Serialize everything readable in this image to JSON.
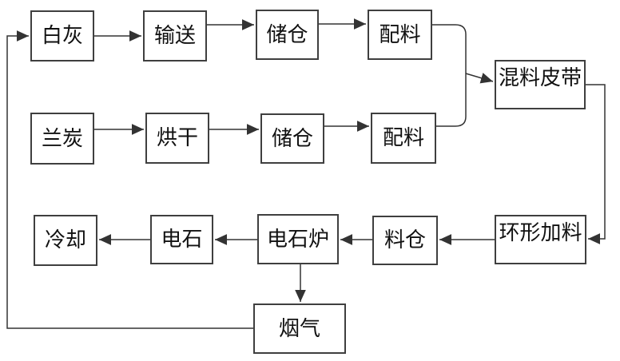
{
  "diagram": {
    "type": "flowchart",
    "boxes": [
      {
        "id": "white-lime",
        "label": "白灰"
      },
      {
        "id": "conveying",
        "label": "输送"
      },
      {
        "id": "storage-bin-1",
        "label": "储仓"
      },
      {
        "id": "batching-1",
        "label": "配料"
      },
      {
        "id": "semi-coke",
        "label": "兰炭"
      },
      {
        "id": "drying",
        "label": "烘干"
      },
      {
        "id": "storage-bin-2",
        "label": "储仓"
      },
      {
        "id": "batching-2",
        "label": "配料"
      },
      {
        "id": "mixing-belt",
        "label": "混料皮带"
      },
      {
        "id": "ring-feeder",
        "label": "环形加料"
      },
      {
        "id": "material-bin",
        "label": "料仓"
      },
      {
        "id": "carbide-furnace",
        "label": "电石炉"
      },
      {
        "id": "carbide",
        "label": "电石"
      },
      {
        "id": "cooling",
        "label": "冷却"
      },
      {
        "id": "flue-gas",
        "label": "烟气"
      }
    ],
    "connections": [
      {
        "from": "白灰",
        "to": "输送"
      },
      {
        "from": "输送",
        "to": "储仓"
      },
      {
        "from": "储仓",
        "to": "配料"
      },
      {
        "from": "配料",
        "to": "混料皮带"
      },
      {
        "from": "兰炭",
        "to": "烘干"
      },
      {
        "from": "烘干",
        "to": "储仓"
      },
      {
        "from": "储仓",
        "to": "配料"
      },
      {
        "from": "配料",
        "to": "混料皮带"
      },
      {
        "from": "混料皮带",
        "to": "环形加料"
      },
      {
        "from": "环形加料",
        "to": "料仓"
      },
      {
        "from": "料仓",
        "to": "电石炉"
      },
      {
        "from": "电石炉",
        "to": "电石"
      },
      {
        "from": "电石",
        "to": "冷却"
      },
      {
        "from": "电石炉",
        "to": "烟气"
      },
      {
        "from": "烟气",
        "to": "白灰"
      }
    ],
    "colors": {
      "background": "#ffffff",
      "box_border": "#3f3f3f",
      "connector": "#333333",
      "text": "#111111"
    }
  }
}
